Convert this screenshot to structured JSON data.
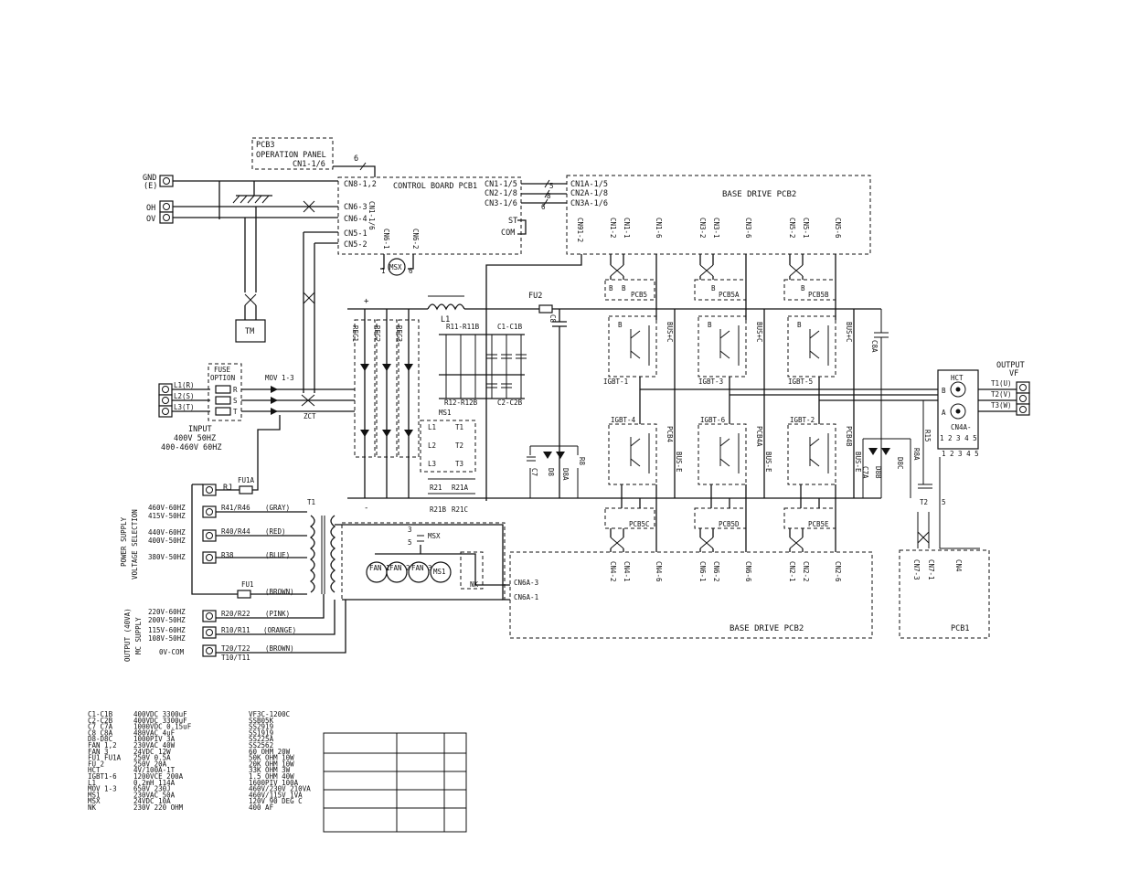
{
  "labels": {
    "gnd": "GND",
    "gnd_e": "(E)",
    "oh1": "OH",
    "ov": "OV",
    "pcb3": "PCB3",
    "operation_panel": "OPERATION PANEL",
    "cn1_16": "CN1-1/6",
    "six": "6",
    "cn8": "CN8-1,2",
    "cn1_16b": "CN1-1/6",
    "control_board": "CONTROL BOARD PCB1",
    "cn63": "CN6-3",
    "cn64": "CN6-4",
    "cn51": "CN5-1",
    "cn52": "CN5-2",
    "cn61v": "CN6-1",
    "cn62v": "CN6-2",
    "msx_coil": "MSX",
    "one": "1",
    "six2": "6",
    "cn1_15": "CN1-1/5",
    "cn2_18": "CN2-1/8",
    "cn3_16": "CN3-1/6",
    "st": "ST",
    "com": "COM",
    "five": "5",
    "eight": "8",
    "six3": "6",
    "cn1a": "CN1A-1/5",
    "cn2a": "CN2A-1/8",
    "cn3a": "CN3A-1/6",
    "base_drive_top": "BASE DRIVE PCB2",
    "cn91_2": "CN91-2",
    "cn12": "CN1-2",
    "cn11": "CN1-1",
    "cn16": "CN1-6",
    "cn32": "CN3-2",
    "cn31": "CN3-1",
    "cn36": "CN3-6",
    "cn52t": "CN5-2",
    "cn51t": "CN5-1",
    "cn56": "CN5-6",
    "pcb5": "PCB5",
    "pcb5a": "PCB5A",
    "pcb5b": "PCB5B",
    "tm": "TM",
    "plus": "+",
    "minus": "-",
    "l1": "L1",
    "fu2": "FU2",
    "c8": "C8",
    "rec1": "REC1",
    "rec2": "REC2",
    "rec3": "REC3",
    "r11": "R11-R11B",
    "c1": "C1-C1B",
    "r12": "R12-R12B",
    "c2": "C2-C2B",
    "igbt1": "IGBT-1",
    "igbt3": "IGBT-3",
    "igbt5": "IGBT-5",
    "igbt4": "IGBT-4",
    "igbt6": "IGBT-6",
    "igbt2": "IGBT-2",
    "busc": "BUS+C",
    "buse": "BUS-E",
    "pcb4": "PCB4",
    "pcb4a": "PCB4A",
    "pcb4b": "PCB4B",
    "c8a": "C8A",
    "output": "OUTPUT",
    "vf": "VF",
    "hct": "HCT",
    "t1u": "T1(U)",
    "t2v": "T2(V)",
    "t3w": "T3(W)",
    "b": "B",
    "a": "A",
    "cn4a": "CN4A-",
    "pins": "1 2 3 4 5",
    "r15": "R15",
    "r8a": "R8A",
    "d8b": "D8B",
    "d8c": "D8C",
    "c7a": "C7A",
    "c7": "C7",
    "d8": "D8",
    "d8a": "D8A",
    "r8": "R8",
    "fuse": "FUSE",
    "option": "OPTION",
    "l1r": "L1(R)",
    "l2s": "L2(S)",
    "l3t": "L3(T)",
    "r": "R",
    "s": "S",
    "tt": "T",
    "mov": "MOV 1-3",
    "zct": "ZCT",
    "input": "INPUT",
    "input_v1": "400V 50HZ",
    "input_v2": "400-460V 60HZ",
    "ms1": "MS1",
    "ms_l1": "L1",
    "ms_l2": "L2",
    "ms_l3": "L3",
    "ms_t1": "T1",
    "ms_t2": "T2",
    "ms_t3": "T3",
    "r21": "R21",
    "r21a": "R21A",
    "r21b": "R21B",
    "r21c": "R21C",
    "pcb5c": "PCB5C",
    "pcb5d": "PCB5D",
    "pcb5e": "PCB5E",
    "cn42": "CN4-2",
    "cn41": "CN4-1",
    "cn46": "CN4-6",
    "cn61": "CN6-1",
    "cn62": "CN6-2",
    "cn66": "CN6-6",
    "cn21": "CN2-1",
    "cn22": "CN2-2",
    "cn26": "CN2-6",
    "cn6a3": "CN6A-3",
    "cn6a1": "CN6A-1",
    "base_drive_bot": "BASE DRIVE PCB2",
    "t2": "T2",
    "five2": "5",
    "cn73": "CN7-3",
    "cn71": "CN7-1",
    "cn4": "CN4",
    "pcb1": "PCB1",
    "rj": "RJ",
    "fu1a": "FU1A",
    "psv1": "POWER SUPPLY",
    "psv2": "VOLTAGE SELECTION",
    "v460": "460V-60HZ",
    "v415": "415V-50HZ",
    "r41": "R41/R46",
    "gray": "(GRAY)",
    "v440": "440V-60HZ",
    "v400": "400V-50HZ",
    "r40": "R40/R44",
    "red": "(RED)",
    "v380": "380V-50HZ",
    "r38": "R38",
    "blue": "(BLUE)",
    "fu1": "FU1",
    "brown": "(BROWN)",
    "t1": "T1",
    "msx": "MSX",
    "three": "3",
    "five3": "5",
    "fan1": "FAN 1",
    "fan2": "FAN 2",
    "fan3": "FAN 3",
    "ms1c": "MS1",
    "nk": "NK",
    "out1": "OUTPUT (40VA)",
    "out2": "MC SUPPLY",
    "v220": "220V-60HZ",
    "v200": "200V-50HZ",
    "r20": "R20/R22",
    "pink": "(PINK)",
    "v115": "115V-60HZ",
    "v108": "108V-50HZ",
    "r10": "R10/R11",
    "orange": "(ORANGE)",
    "ovcom": "0V-COM",
    "t20": "T20/T22",
    "t10": "T10/T11",
    "brown2": "(BROWN)"
  },
  "parts_list": [
    {
      "ref": "C1-C1B",
      "value": "400VDC 3300uF"
    },
    {
      "ref": "C2-C2B",
      "value": "400VDC 3300uF"
    },
    {
      "ref": "C7 C7A",
      "value": "1000VDC 0.15uF"
    },
    {
      "ref": "C8 C8A",
      "value": "480VAC 4uF"
    },
    {
      "ref": "D8-D8C",
      "value": "1000PIV 3A"
    },
    {
      "ref": "FAN 1,2",
      "value": "230VAC 40W"
    },
    {
      "ref": "FAN 3",
      "value": "24VDC 12W"
    },
    {
      "ref": "FU1 FU1A",
      "value": "250V 0.5A"
    },
    {
      "ref": "FU 2",
      "value": "250V 20A"
    },
    {
      "ref": "HCT",
      "value": "4V/100A-1T"
    },
    {
      "ref": "IGBT1-6",
      "value": "1200VCE 200A"
    },
    {
      "ref": "L1",
      "value": "0.2mH 114A"
    },
    {
      "ref": "MOV 1-3",
      "value": "650V 230J"
    },
    {
      "ref": "MS1",
      "value": "230VAC 50A"
    },
    {
      "ref": "MSX",
      "value": "24VDC 10A"
    },
    {
      "ref": "NK",
      "value": "230V 220 OHM"
    }
  ],
  "parts_list_right": [
    "VF3C-1200C",
    "SSB05K",
    "SS2919",
    "SS1919",
    "SS225A",
    "SS2562",
    "60 OHM 20W",
    "50K OHM 10W",
    "20K OHM 10W",
    "33K OHM 3W",
    "1.5 OHM 40W",
    "1600PIV 100A",
    "460V/230V 210VA",
    "460V/115V 1VA",
    "120V 90 DEG C",
    "400 AF"
  ]
}
